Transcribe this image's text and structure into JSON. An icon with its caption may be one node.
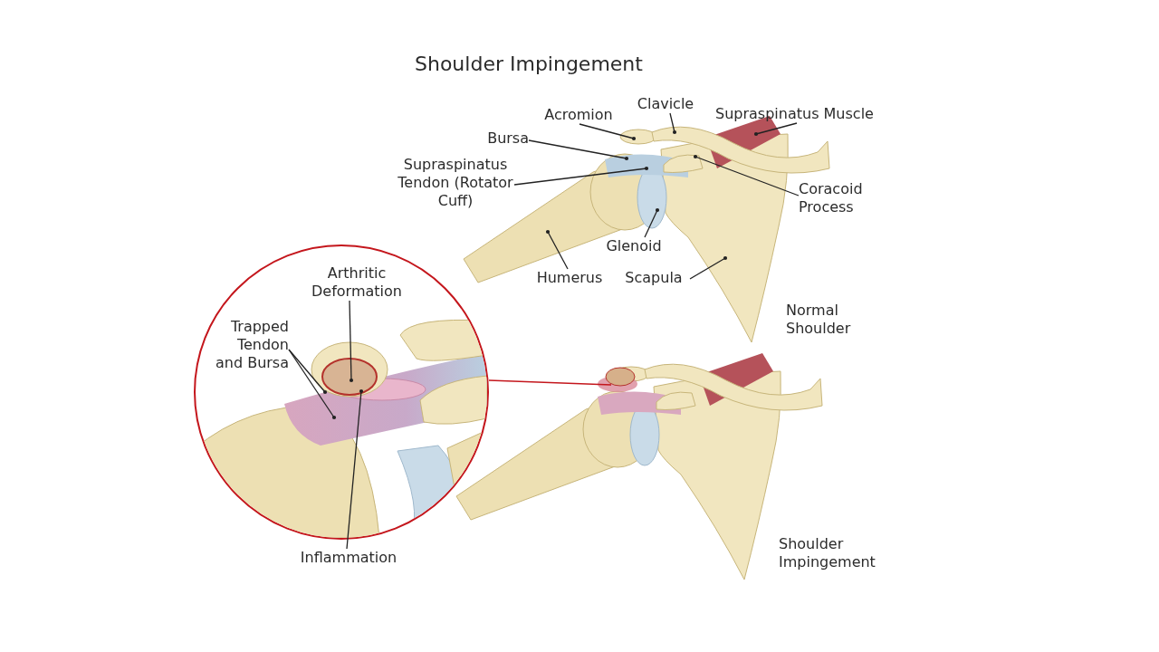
{
  "diagram": {
    "title": "Shoulder Impingement",
    "nodes": [
      {
        "text": [
          "Clavicle"
        ]
      },
      {
        "text": [
          "Acromion"
        ]
      },
      {
        "text": [
          "Supraspinatus Muscle"
        ]
      },
      {
        "text": [
          "Bursa"
        ]
      },
      {
        "text": [
          "Supraspinatus Tendon (Rotator Cuff)"
        ]
      },
      {
        "text": [
          "Coracoid Process"
        ]
      },
      {
        "text": [
          "Glenoid"
        ]
      },
      {
        "text": [
          "Humerus"
        ]
      },
      {
        "text": [
          "Scapula"
        ]
      },
      {
        "text": [],
        "shape": "circle"
      },
      {
        "text": [
          "Arthritic Deformation"
        ],
        "in": 9
      },
      {
        "text": [
          "Trapped Tendon and Bursa"
        ],
        "in": 9
      },
      {
        "text": [
          "Inflammation"
        ]
      }
    ],
    "edges": [
      {
        "from": 0,
        "to": null,
        "arrow": "other"
      },
      {
        "from": 1,
        "to": null,
        "arrow": "other"
      },
      {
        "from": 2,
        "to": null,
        "arrow": "other"
      },
      {
        "from": 3,
        "to": null,
        "arrow": "other"
      },
      {
        "from": 4,
        "to": null,
        "arrow": "other"
      },
      {
        "from": 5,
        "to": null,
        "arrow": "other"
      },
      {
        "from": 6,
        "to": null,
        "arrow": "other"
      },
      {
        "from": 7,
        "to": null,
        "arrow": "other"
      },
      {
        "from": 8,
        "to": null,
        "arrow": "other"
      },
      {
        "from": 10,
        "to": null,
        "arrow": "other"
      },
      {
        "from": 11,
        "to": null,
        "arrow": "other"
      },
      {
        "from": 11,
        "to": null,
        "arrow": "other"
      },
      {
        "from": 12,
        "to": null,
        "arrow": "other"
      },
      {
        "from": 9,
        "to": null,
        "arrow": "none",
        "color": "#c4161c"
      }
    ],
    "labels": [
      "Normal Shoulder",
      "Shoulder Impingement"
    ]
  }
}
